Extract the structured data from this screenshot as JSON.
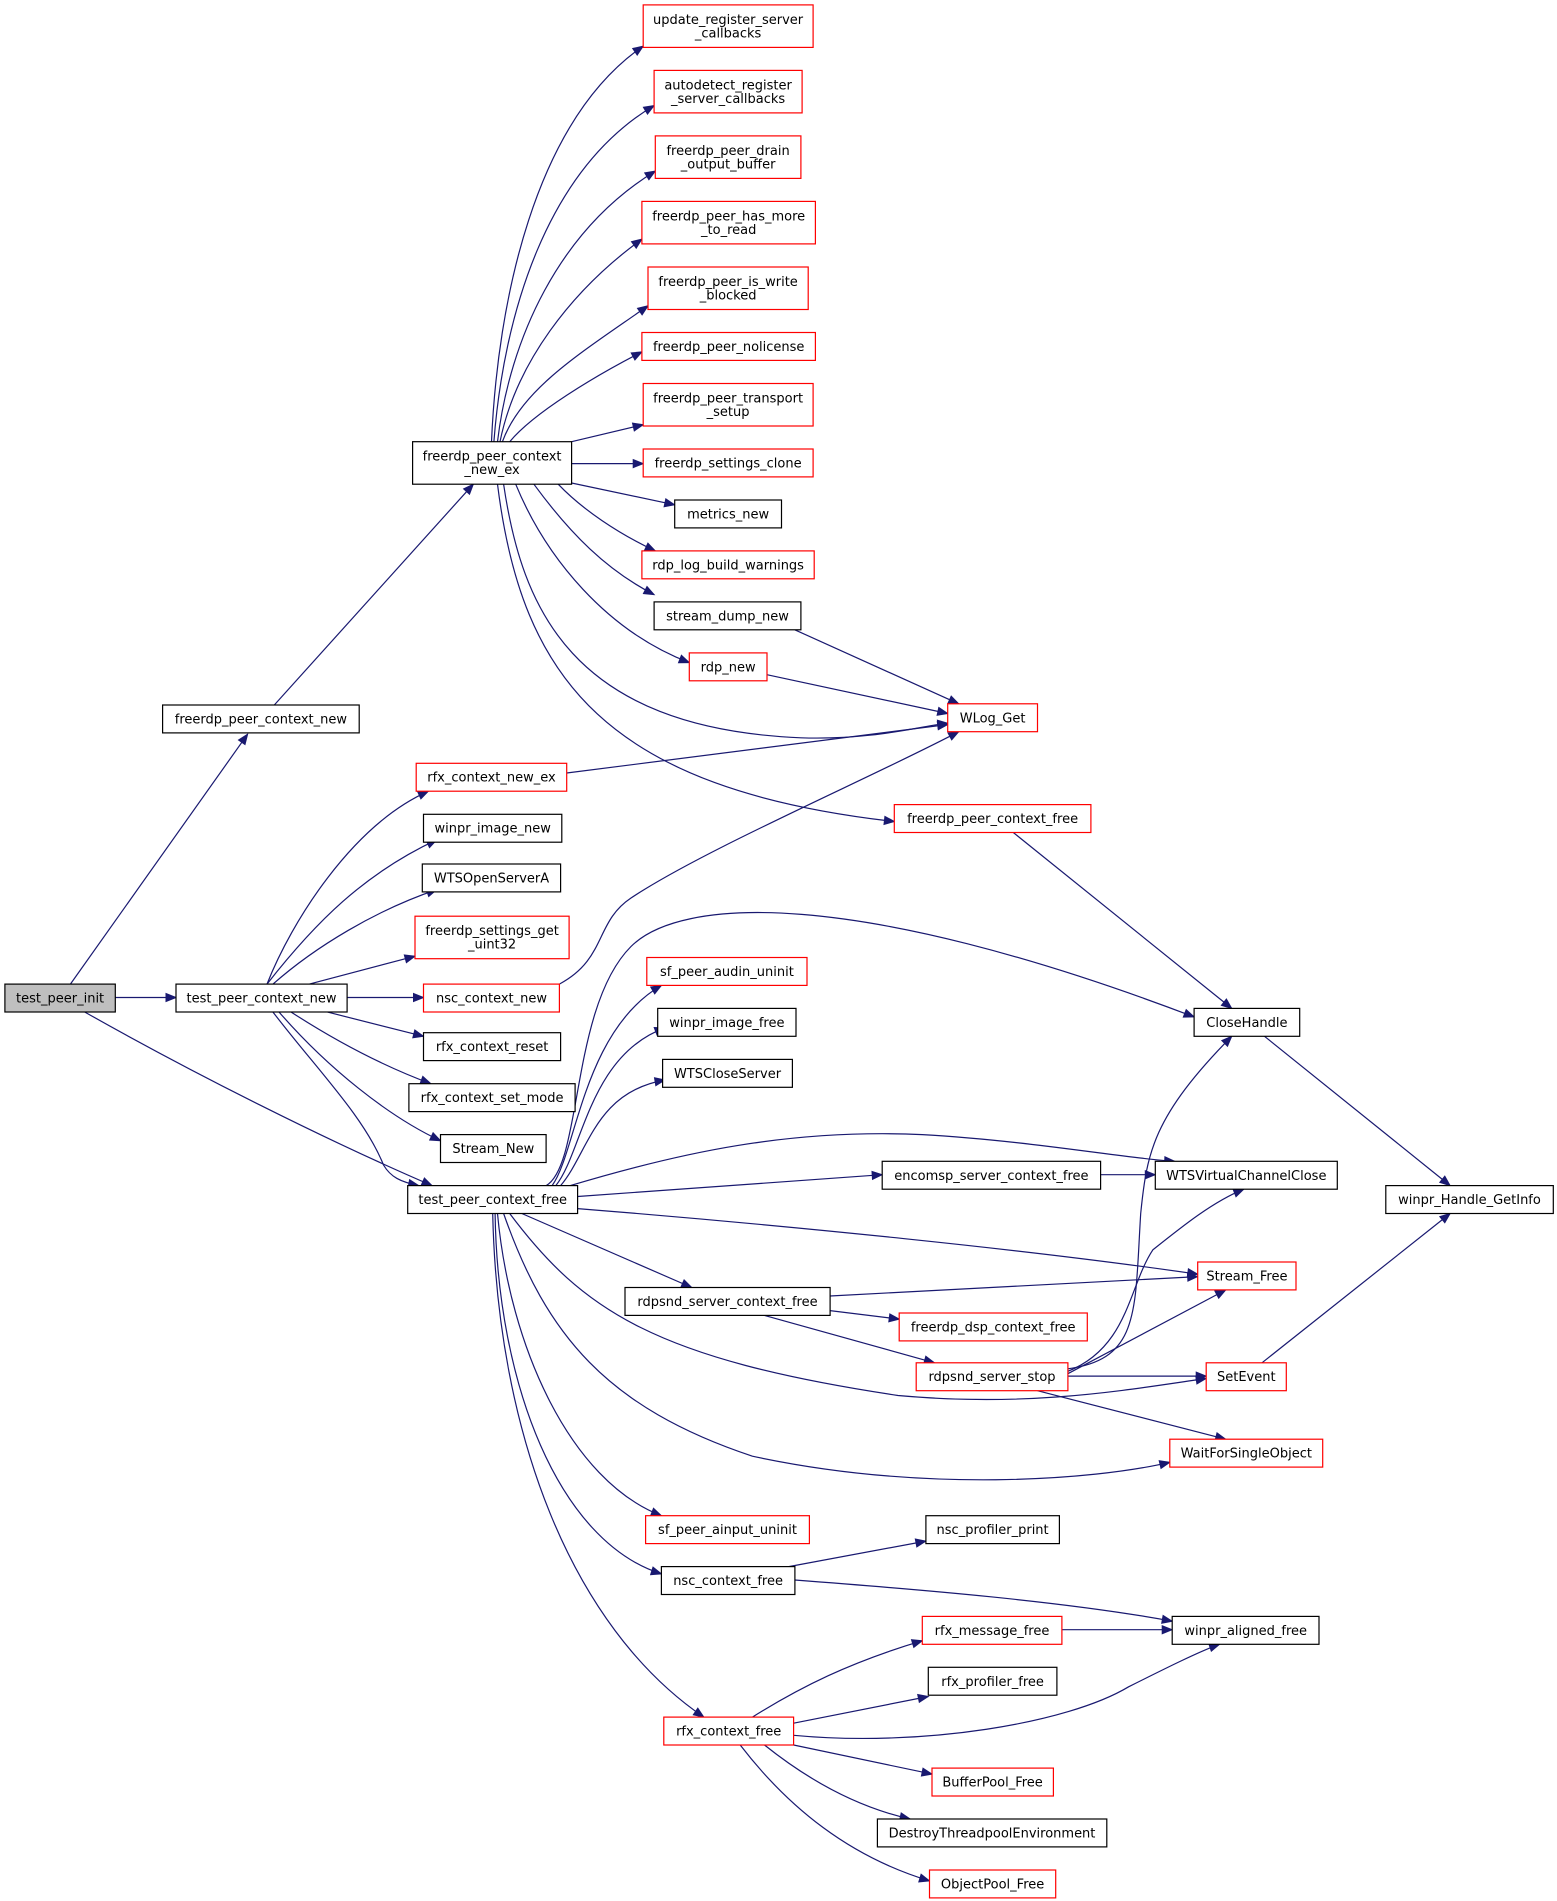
{
  "colors": {
    "edge": "#191970",
    "border_default": "#000000",
    "border_undocumented": "#ff0000",
    "root_fill": "#bfbfbf"
  },
  "nodes": {
    "test_peer_init": {
      "label": [
        "test_peer_init"
      ],
      "style": "root"
    },
    "freerdp_peer_context_new": {
      "label": [
        "freerdp_peer_context_new"
      ],
      "style": "black"
    },
    "test_peer_context_new": {
      "label": [
        "test_peer_context_new"
      ],
      "style": "black"
    },
    "test_peer_context_free": {
      "label": [
        "test_peer_context_free"
      ],
      "style": "black"
    },
    "freerdp_peer_context_new_ex": {
      "label": [
        "freerdp_peer_context",
        "_new_ex"
      ],
      "style": "black"
    },
    "update_register_server_callbacks": {
      "label": [
        "update_register_server",
        "_callbacks"
      ],
      "style": "red"
    },
    "autodetect_register_server_callbacks": {
      "label": [
        "autodetect_register",
        "_server_callbacks"
      ],
      "style": "red"
    },
    "freerdp_peer_drain_output_buffer": {
      "label": [
        "freerdp_peer_drain",
        "_output_buffer"
      ],
      "style": "red"
    },
    "freerdp_peer_has_more_to_read": {
      "label": [
        "freerdp_peer_has_more",
        "_to_read"
      ],
      "style": "red"
    },
    "freerdp_peer_is_write_blocked": {
      "label": [
        "freerdp_peer_is_write",
        "_blocked"
      ],
      "style": "red"
    },
    "freerdp_peer_nolicense": {
      "label": [
        "freerdp_peer_nolicense"
      ],
      "style": "red"
    },
    "freerdp_peer_transport_setup": {
      "label": [
        "freerdp_peer_transport",
        "_setup"
      ],
      "style": "red"
    },
    "freerdp_settings_clone": {
      "label": [
        "freerdp_settings_clone"
      ],
      "style": "red"
    },
    "metrics_new": {
      "label": [
        "metrics_new"
      ],
      "style": "black"
    },
    "rdp_log_build_warnings": {
      "label": [
        "rdp_log_build_warnings"
      ],
      "style": "red"
    },
    "stream_dump_new": {
      "label": [
        "stream_dump_new"
      ],
      "style": "black"
    },
    "rdp_new": {
      "label": [
        "rdp_new"
      ],
      "style": "red"
    },
    "WLog_Get": {
      "label": [
        "WLog_Get"
      ],
      "style": "red"
    },
    "freerdp_peer_context_free": {
      "label": [
        "freerdp_peer_context_free"
      ],
      "style": "red"
    },
    "rfx_context_new_ex": {
      "label": [
        "rfx_context_new_ex"
      ],
      "style": "red"
    },
    "winpr_image_new": {
      "label": [
        "winpr_image_new"
      ],
      "style": "black"
    },
    "WTSOpenServerA": {
      "label": [
        "WTSOpenServerA"
      ],
      "style": "black"
    },
    "freerdp_settings_get_uint32": {
      "label": [
        "freerdp_settings_get",
        "_uint32"
      ],
      "style": "red"
    },
    "nsc_context_new": {
      "label": [
        "nsc_context_new"
      ],
      "style": "red"
    },
    "rfx_context_reset": {
      "label": [
        "rfx_context_reset"
      ],
      "style": "black"
    },
    "rfx_context_set_mode": {
      "label": [
        "rfx_context_set_mode"
      ],
      "style": "black"
    },
    "Stream_New": {
      "label": [
        "Stream_New"
      ],
      "style": "black"
    },
    "sf_peer_audin_uninit": {
      "label": [
        "sf_peer_audin_uninit"
      ],
      "style": "red"
    },
    "winpr_image_free": {
      "label": [
        "winpr_image_free"
      ],
      "style": "black"
    },
    "WTSCloseServer": {
      "label": [
        "WTSCloseServer"
      ],
      "style": "black"
    },
    "CloseHandle": {
      "label": [
        "CloseHandle"
      ],
      "style": "black"
    },
    "encomsp_server_context_free": {
      "label": [
        "encomsp_server_context_free"
      ],
      "style": "black"
    },
    "WTSVirtualChannelClose": {
      "label": [
        "WTSVirtualChannelClose"
      ],
      "style": "black"
    },
    "winpr_Handle_GetInfo": {
      "label": [
        "winpr_Handle_GetInfo"
      ],
      "style": "black"
    },
    "Stream_Free": {
      "label": [
        "Stream_Free"
      ],
      "style": "red"
    },
    "rdpsnd_server_context_free": {
      "label": [
        "rdpsnd_server_context_free"
      ],
      "style": "black"
    },
    "freerdp_dsp_context_free": {
      "label": [
        "freerdp_dsp_context_free"
      ],
      "style": "red"
    },
    "rdpsnd_server_stop": {
      "label": [
        "rdpsnd_server_stop"
      ],
      "style": "red"
    },
    "SetEvent": {
      "label": [
        "SetEvent"
      ],
      "style": "red"
    },
    "WaitForSingleObject": {
      "label": [
        "WaitForSingleObject"
      ],
      "style": "red"
    },
    "sf_peer_ainput_uninit": {
      "label": [
        "sf_peer_ainput_uninit"
      ],
      "style": "red"
    },
    "nsc_profiler_print": {
      "label": [
        "nsc_profiler_print"
      ],
      "style": "black"
    },
    "nsc_context_free": {
      "label": [
        "nsc_context_free"
      ],
      "style": "black"
    },
    "rfx_message_free": {
      "label": [
        "rfx_message_free"
      ],
      "style": "red"
    },
    "winpr_aligned_free": {
      "label": [
        "winpr_aligned_free"
      ],
      "style": "black"
    },
    "rfx_profiler_free": {
      "label": [
        "rfx_profiler_free"
      ],
      "style": "black"
    },
    "rfx_context_free": {
      "label": [
        "rfx_context_free"
      ],
      "style": "red"
    },
    "BufferPool_Free": {
      "label": [
        "BufferPool_Free"
      ],
      "style": "red"
    },
    "DestroyThreadpoolEnvironment": {
      "label": [
        "DestroyThreadpoolEnvironment"
      ],
      "style": "black"
    },
    "ObjectPool_Free": {
      "label": [
        "ObjectPool_Free"
      ],
      "style": "red"
    }
  }
}
